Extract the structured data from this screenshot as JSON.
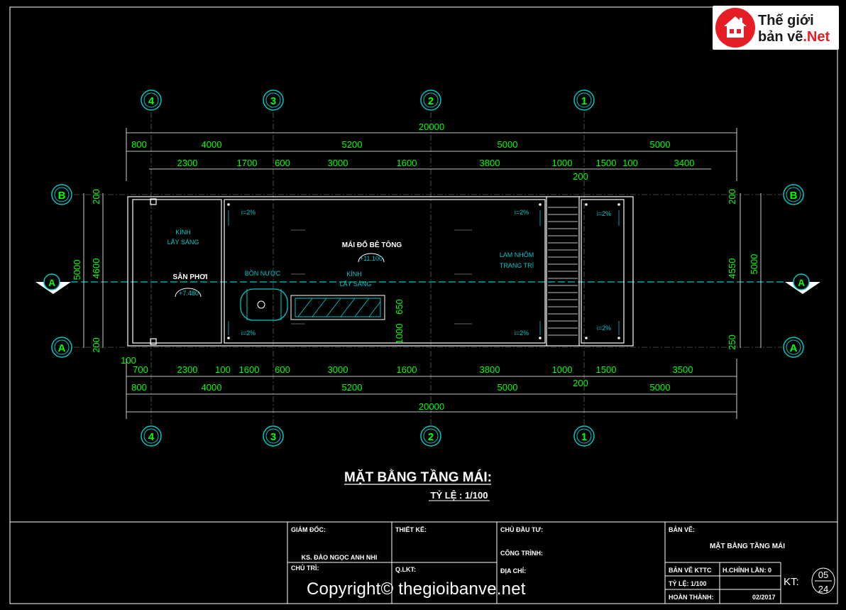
{
  "logo": {
    "line1": "Thế giới",
    "line2_a": "bản vẽ",
    "line2_b": ".Net"
  },
  "copyright": "Copyright© thegioibanve.net",
  "colors": {
    "background": "#000000",
    "frame": "#ffffff",
    "dimension": "#00ff00",
    "grid_bubble": "#00c8c8",
    "annotation": "#00c8c8",
    "axis_line": "#00c8c8"
  },
  "grid_columns": [
    "4",
    "3",
    "2",
    "1"
  ],
  "grid_rows": [
    "B",
    "A"
  ],
  "dims_top": {
    "total": "20000",
    "row1": [
      "800",
      "4000",
      "5200",
      "5000",
      "5000"
    ],
    "row2": [
      "2300",
      "1700",
      "600",
      "3000",
      "1600",
      "3800",
      "1000",
      "1500",
      "100",
      "3400"
    ],
    "extra": "200"
  },
  "dims_bottom": {
    "row1": [
      "700",
      "2300",
      "100",
      "1600",
      "600",
      "3000",
      "1600",
      "3800",
      "1000",
      "1500",
      "3500"
    ],
    "row2": [
      "800",
      "4000",
      "5200",
      "5000",
      "5000"
    ],
    "total": "20000",
    "extra_left": "100",
    "extra_mid": "200"
  },
  "dims_left": [
    "200",
    "4600",
    "200",
    "5000"
  ],
  "dims_right": [
    "200",
    "4550",
    "250",
    "5000"
  ],
  "dims_inner": [
    "650",
    "1000"
  ],
  "section_marker": "A",
  "annotations": {
    "kinh_left_1": "KÍNH",
    "kinh_left_2": "LẤY SÁNG",
    "san_phoi": "SÂN PHƠI",
    "san_phoi_level": "+7.480",
    "mai_do": "MÁI ĐỔ BÊ TÔNG",
    "mai_level": "+11.100",
    "bon_nuoc": "BỒN NƯỚC",
    "kinh_mid_1": "KÍNH",
    "kinh_mid_2": "LẤY SÁNG",
    "lam_nhom_1": "LAM NHÔM",
    "lam_nhom_2": "TRANG TRÍ",
    "slope": "i=2%"
  },
  "title": {
    "main": "MẶT BẰNG TẦNG MÁI:",
    "scale": "TỶ LỆ : 1/100"
  },
  "title_block": {
    "giam_doc": "GIÁM ĐỐC:",
    "giam_doc_name": "KS. ĐÀO NGỌC ANH NHI",
    "chu_tri": "CHỦ TRÌ:",
    "thiet_ke": "THIẾT KẾ:",
    "qlkt": "Q.LKT:",
    "chu_dau_tu": "CHỦ ĐẦU TƯ:",
    "cong_trinh": "CÔNG TRÌNH:",
    "dia_chi": "ĐỊA CHỈ:",
    "ban_ve": "BẢN VẼ:",
    "ban_ve_name": "MẶT BẰNG TẦNG MÁI",
    "ban_ve_kttc": "BẢN VẼ KTTC",
    "h_chinh": "H.CHỈNH LẦN: 0",
    "ty_le": "TỶ LỆ: 1/100",
    "hoan_thanh": "HOÀN THÀNH:",
    "date": "02/2017",
    "kt_label": "KT:",
    "kt_num": "05",
    "kt_den": "24"
  }
}
